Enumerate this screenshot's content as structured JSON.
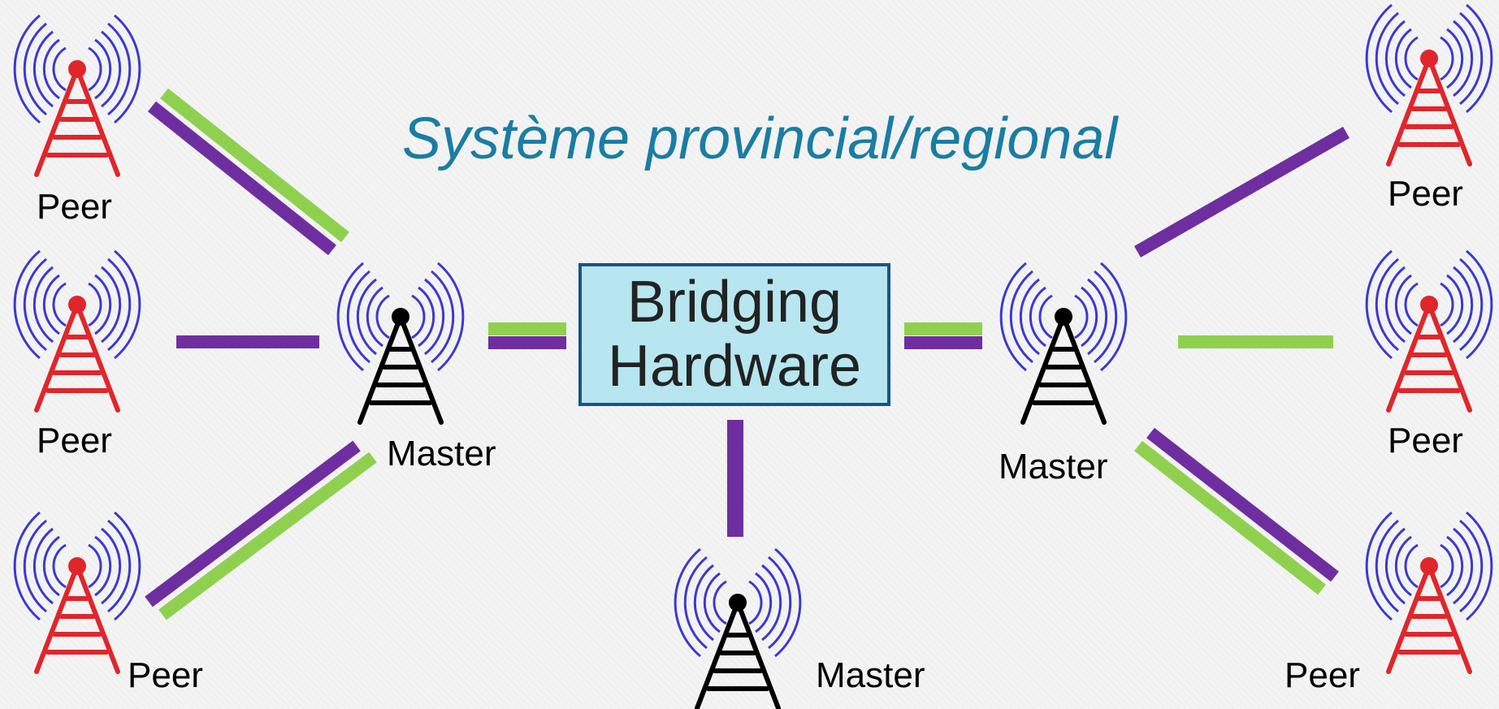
{
  "title": "Système provincial/regional",
  "bridge": {
    "line1": "Bridging",
    "line2": "Hardware"
  },
  "labels": {
    "peer_tl": "Peer",
    "peer_ml": "Peer",
    "peer_bl": "Peer",
    "master_left": "Master",
    "master_right": "Master",
    "master_bottom": "Master",
    "peer_tr": "Peer",
    "peer_mr": "Peer",
    "peer_br": "Peer"
  },
  "colors": {
    "title": "#1a7da3",
    "bridge_fill": "#b7e6f0",
    "bridge_border": "#15558a",
    "link_purple": "#6f2ea0",
    "link_green": "#8fd14f",
    "peer_tower": "#e0262b",
    "master_tower": "#000000",
    "radio_waves": "#3a3ad0"
  },
  "icons": {
    "peer": "radio-tower-icon",
    "master": "radio-tower-icon"
  }
}
